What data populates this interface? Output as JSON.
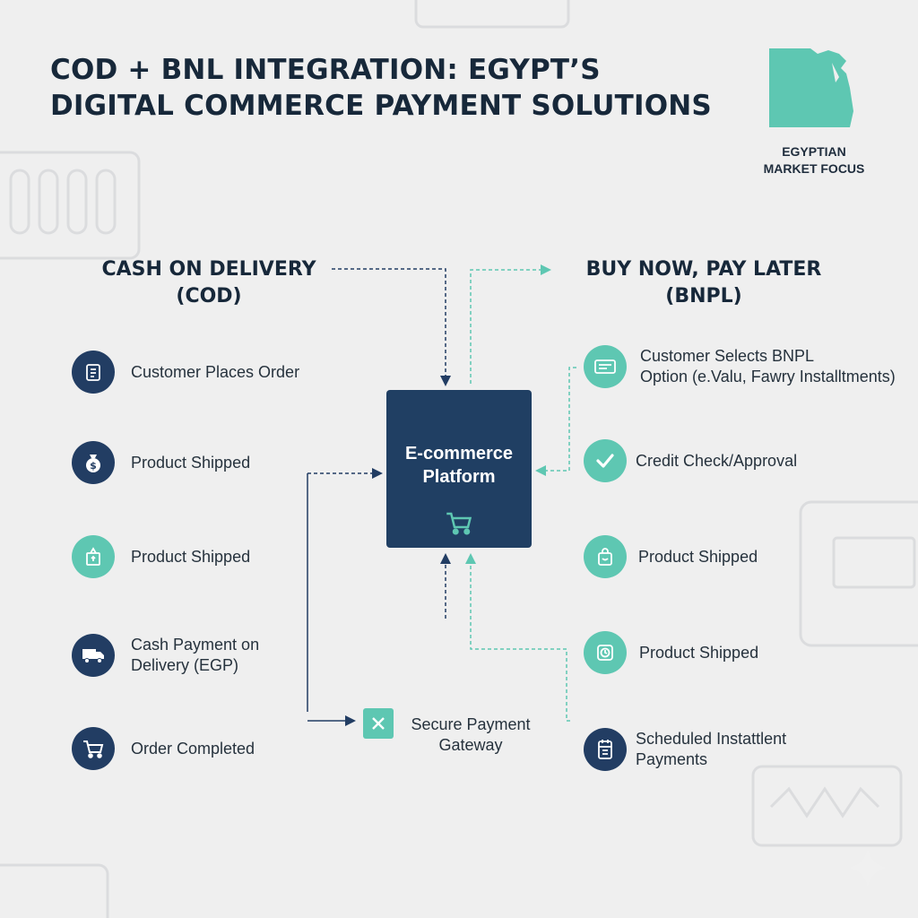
{
  "title": {
    "line1": "COD + BNL INTEGRATION: EGYPT’S",
    "line2": "DIGITAL COMMERCE PAYMENT SOLUTIONS"
  },
  "market_badge": {
    "line1": "EGYPTIAN",
    "line2": "MARKET FOCUS",
    "map_color": "#5ec7b2"
  },
  "cod": {
    "heading_line1": "CASH ON DELIVERY",
    "heading_line2": "(COD)",
    "steps": [
      {
        "label_lines": [
          "Customer Places Order"
        ],
        "icon": "document-icon",
        "color": "#223d63"
      },
      {
        "label_lines": [
          "Product Shipped"
        ],
        "icon": "money-bag-icon",
        "color": "#223d63"
      },
      {
        "label_lines": [
          "Product Shipped"
        ],
        "icon": "package-icon",
        "color": "#5ec7b2"
      },
      {
        "label_lines": [
          "Cash Payment on",
          "Delivery (EGP)"
        ],
        "icon": "truck-icon",
        "color": "#223d63"
      },
      {
        "label_lines": [
          "Order Completed"
        ],
        "icon": "cart-icon",
        "color": "#223d63"
      }
    ]
  },
  "bnpl": {
    "heading_line1": "BUY NOW, PAY LATER",
    "heading_line2": "(BNPL)",
    "steps": [
      {
        "label_lines": [
          "Customer Selects BNPL",
          "Option (e.Valu, Fawry Installtments)"
        ],
        "icon": "card-icon",
        "color": "#5ec7b2"
      },
      {
        "label_lines": [
          "Credit Check/Approval"
        ],
        "icon": "checkmark-icon",
        "color": "#5ec7b2"
      },
      {
        "label_lines": [
          "Product Shipped"
        ],
        "icon": "shopping-bag-icon",
        "color": "#5ec7b2"
      },
      {
        "label_lines": [
          "Product Shipped"
        ],
        "icon": "timer-icon",
        "color": "#5ec7b2"
      },
      {
        "label_lines": [
          "Scheduled Instattlent",
          "Payments"
        ],
        "icon": "calendar-icon",
        "color": "#223d63"
      }
    ]
  },
  "platform": {
    "line1": "E-commerce",
    "line2": "Platform",
    "color": "#203f63",
    "icon": "cart-icon"
  },
  "gateway": {
    "line1": "Secure Payment",
    "line2": "Gateway",
    "icon": "close-icon"
  },
  "colors": {
    "navy": "#223d63",
    "teal": "#5ec7b2",
    "text": "#17283a",
    "background": "#efefef"
  }
}
